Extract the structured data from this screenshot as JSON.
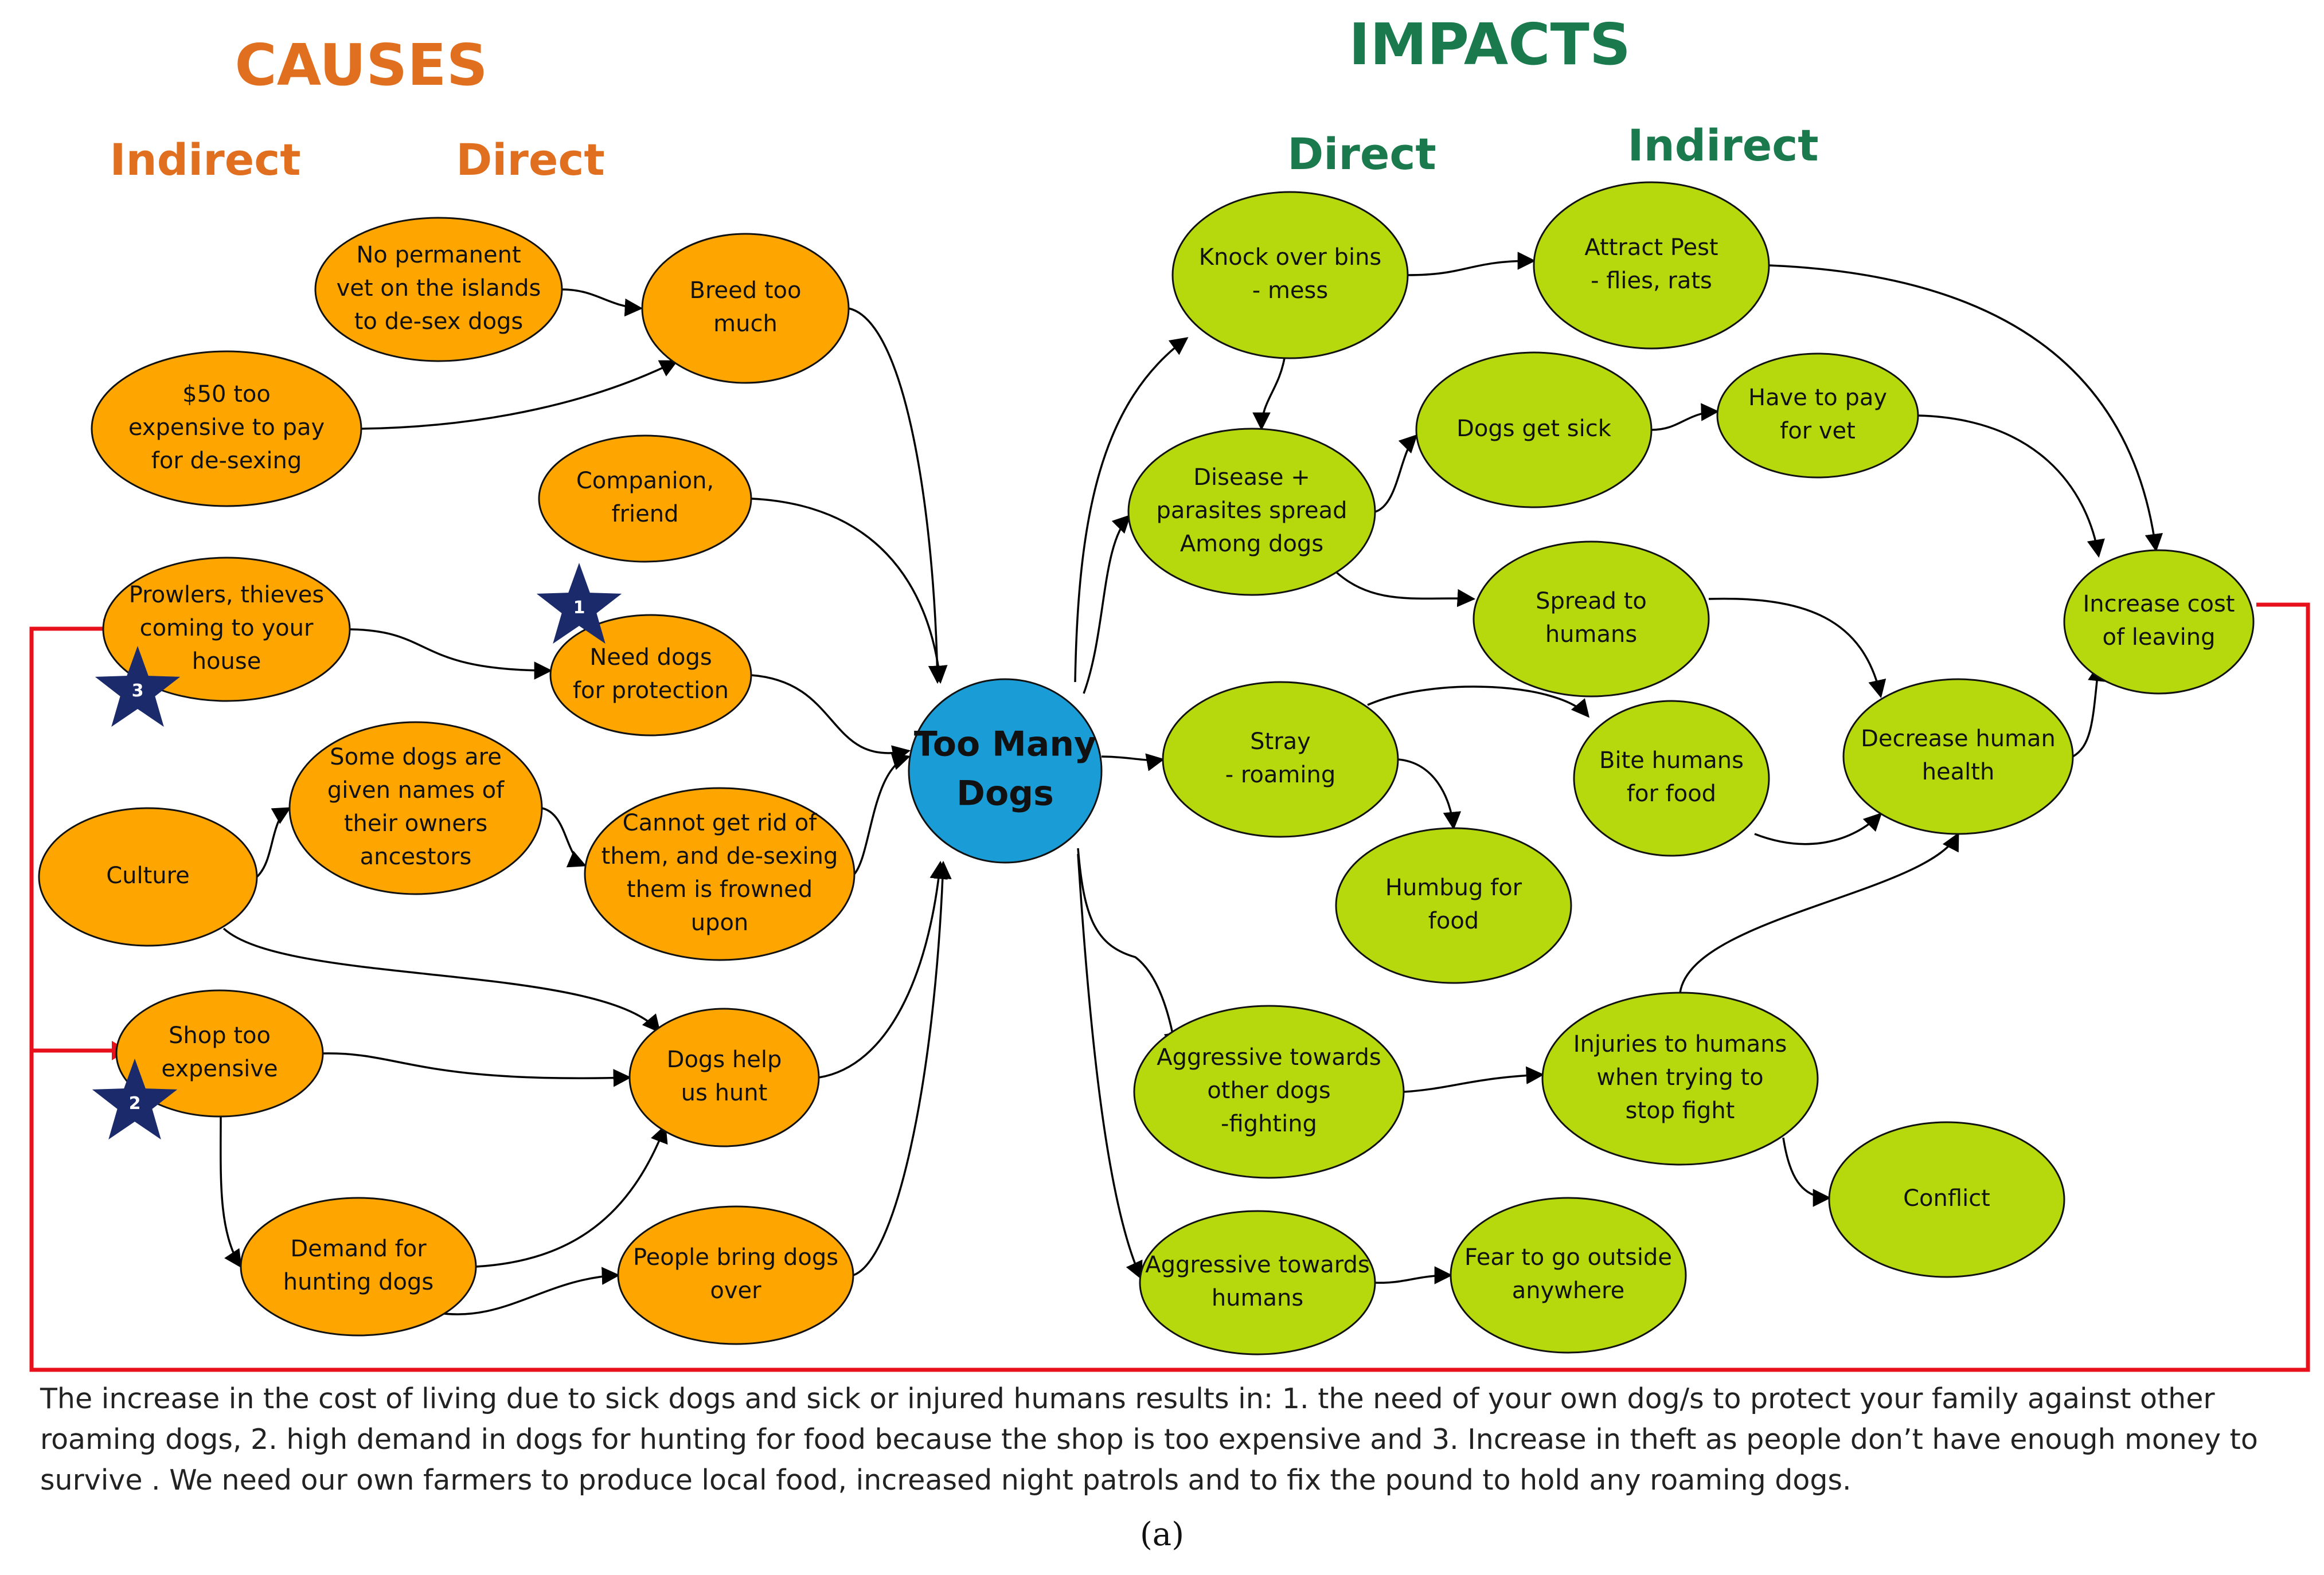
{
  "colors": {
    "cause_fill": "#FFA500",
    "impact_fill": "#B5D90D",
    "center_fill": "#1A9CD6",
    "cause_heading": "#E07020",
    "impact_heading": "#1A7A4E",
    "feedback_line": "#E8101A",
    "star": "#1B2A6B",
    "arrow": "#000000"
  },
  "headings": {
    "causes": "CAUSES",
    "causes_indirect": "Indirect",
    "causes_direct": "Direct",
    "impacts": "IMPACTS",
    "impacts_direct": "Direct",
    "impacts_indirect": "Indirect"
  },
  "center": {
    "lines": [
      "Too Many",
      "Dogs"
    ]
  },
  "causes": [
    {
      "id": "vet",
      "lines": [
        "No permanent",
        "vet on the islands",
        "to de-sex dogs"
      ]
    },
    {
      "id": "cost50",
      "lines": [
        "$50 too",
        "expensive to pay",
        "for de-sexing"
      ]
    },
    {
      "id": "breed",
      "lines": [
        "Breed too",
        "much"
      ]
    },
    {
      "id": "companion",
      "lines": [
        "Companion,",
        "friend"
      ]
    },
    {
      "id": "prowlers",
      "lines": [
        "Prowlers, thieves",
        "coming to your",
        "house"
      ]
    },
    {
      "id": "protection",
      "lines": [
        "Need dogs",
        "for protection"
      ]
    },
    {
      "id": "names",
      "lines": [
        "Some dogs are",
        "given names of",
        "their owners",
        "ancestors"
      ]
    },
    {
      "id": "culture",
      "lines": [
        "Culture"
      ]
    },
    {
      "id": "cannot",
      "lines": [
        "Cannot get rid of",
        "them, and de-sexing",
        "them is frowned",
        "upon"
      ]
    },
    {
      "id": "shop",
      "lines": [
        "Shop too",
        "expensive"
      ]
    },
    {
      "id": "hunt",
      "lines": [
        "Dogs help",
        "us hunt"
      ]
    },
    {
      "id": "demand",
      "lines": [
        "Demand for",
        "hunting dogs"
      ]
    },
    {
      "id": "bring",
      "lines": [
        "People bring dogs",
        "over"
      ]
    }
  ],
  "impacts": [
    {
      "id": "bins",
      "lines": [
        "Knock over bins",
        "- mess"
      ]
    },
    {
      "id": "pest",
      "lines": [
        "Attract Pest",
        "- flies, rats"
      ]
    },
    {
      "id": "disease",
      "lines": [
        "Disease +",
        "parasites spread",
        "Among dogs"
      ]
    },
    {
      "id": "sick",
      "lines": [
        "Dogs get sick"
      ]
    },
    {
      "id": "payvet",
      "lines": [
        "Have to pay",
        "for vet"
      ]
    },
    {
      "id": "spread",
      "lines": [
        "Spread to",
        "humans"
      ]
    },
    {
      "id": "costliving",
      "lines": [
        "Increase cost",
        "of leaving"
      ]
    },
    {
      "id": "stray",
      "lines": [
        "Stray",
        "- roaming"
      ]
    },
    {
      "id": "bite",
      "lines": [
        "Bite humans",
        "for food"
      ]
    },
    {
      "id": "health",
      "lines": [
        "Decrease human",
        "health"
      ]
    },
    {
      "id": "humbug",
      "lines": [
        "Humbug for",
        "food"
      ]
    },
    {
      "id": "aggdogs",
      "lines": [
        "Aggressive towards",
        "other dogs",
        "-fighting"
      ]
    },
    {
      "id": "injuries",
      "lines": [
        "Injuries to humans",
        "when trying to",
        "stop fight"
      ]
    },
    {
      "id": "conflict",
      "lines": [
        "Conflict"
      ]
    },
    {
      "id": "agghumans",
      "lines": [
        "Aggressive towards",
        "humans"
      ]
    },
    {
      "id": "fear",
      "lines": [
        "Fear to go outside",
        "anywhere"
      ]
    }
  ],
  "stars": [
    {
      "id": "star1",
      "label": "1"
    },
    {
      "id": "star2",
      "label": "2"
    },
    {
      "id": "star3",
      "label": "3"
    }
  ],
  "caption": "The increase in the cost of living due to sick dogs and sick or injured humans results in: 1. the need of your own dog/s to protect your family against other roaming dogs, 2. high demand in dogs for hunting for food because the shop is too expensive and 3. Increase in theft as people don’t have enough money to survive . We need our own farmers to produce local food, increased night patrols and to fix the pound to hold any roaming dogs.",
  "figure_label": "(a)"
}
